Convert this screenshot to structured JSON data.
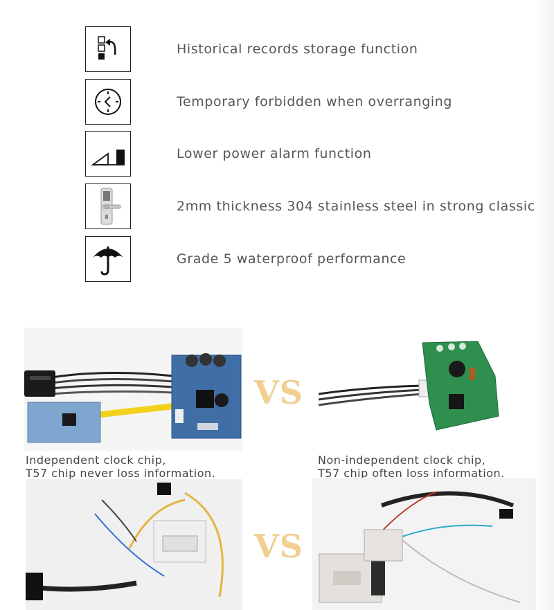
{
  "features": [
    {
      "icon": "history-records-icon",
      "label": "Historical records storage function"
    },
    {
      "icon": "clock-forbidden-icon",
      "label": "Temporary forbidden when overranging"
    },
    {
      "icon": "low-power-alarm-icon",
      "label": "Lower power alarm function"
    },
    {
      "icon": "door-lock-handle-icon",
      "label": "2mm thickness 304 stainless steel in strong classic"
    },
    {
      "icon": "umbrella-icon",
      "label": "Grade 5 waterproof performance"
    }
  ],
  "comparison": {
    "vs_label": "VS",
    "left_caption": [
      "Independent clock chip,",
      "T57 chip never loss information."
    ],
    "right_caption": [
      "Non-independent clock chip,",
      "T57 chip often loss information."
    ]
  },
  "colors": {
    "vs": "#f1cf90",
    "pcb_blue": "#3f6fa6",
    "pcb_green": "#2e8f4f"
  }
}
